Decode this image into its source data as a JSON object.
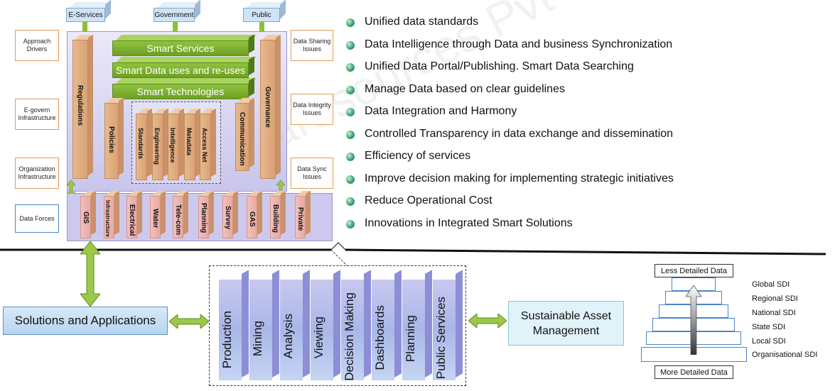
{
  "top_sources": [
    "E-Services",
    "Government",
    "Public"
  ],
  "left_labels": [
    "Approach Drivers",
    "E-govern Infrastructure",
    "Organization Infrastructure",
    "Data Forces"
  ],
  "right_labels": [
    "Data Sharing Issues",
    "Data Integrity Issues",
    "Data Sync Issues"
  ],
  "smart_bars": [
    "Smart Services",
    "Smart Data uses and re-uses",
    "Smart Technologies"
  ],
  "pillars": {
    "regulations": "Regulations",
    "policies": "Policies",
    "communication": "Communication",
    "governance": "Governance"
  },
  "inner_pillars": [
    "Standards",
    "Engineering",
    "Intelligence",
    "Metadata",
    "Access Net"
  ],
  "base_items": [
    "GIS",
    "Infrastructure",
    "Electrical",
    "Water",
    "Tele-com",
    "Planning",
    "Survey",
    "GAS",
    "Building",
    "Private"
  ],
  "bullets": [
    "Unified data standards",
    "Data Intelligence through Data and business Synchronization",
    "Unified Data Portal/Publishing. Smart Data Searching",
    "Manage Data based on clear guidelines",
    "Data Integration and Harmony",
    "Controlled Transparency in data exchange and dissemination",
    "Efficiency of services",
    "Improve decision making for implementing strategic initiatives",
    "Reduce Operational Cost",
    "Innovations in Integrated Smart Solutions"
  ],
  "solutions_label": "Solutions and Applications",
  "applications": [
    "Production",
    "Mining",
    "Analysis",
    "Viewing",
    "Decision Making",
    "Dashboards",
    "Planning",
    "Public Services"
  ],
  "asset_label": "Sustainable Asset Management",
  "pyramid": {
    "top_label": "Less Detailed Data",
    "bottom_label": "More Detailed Data",
    "levels": [
      "Global SDI",
      "Regional SDI",
      "National SDI",
      "State SDI",
      "Local SDI",
      "Organisational SDI"
    ]
  },
  "watermark": "Vedeyaresources Pvt Ltd",
  "colors": {
    "green_bar": "#7aab2c",
    "pillar": "#dca879",
    "frame": "#c8c3ea",
    "label_border_orange": "#e39a55",
    "label_border_blue": "#4a86c5",
    "bullet": "#3ea56f"
  }
}
